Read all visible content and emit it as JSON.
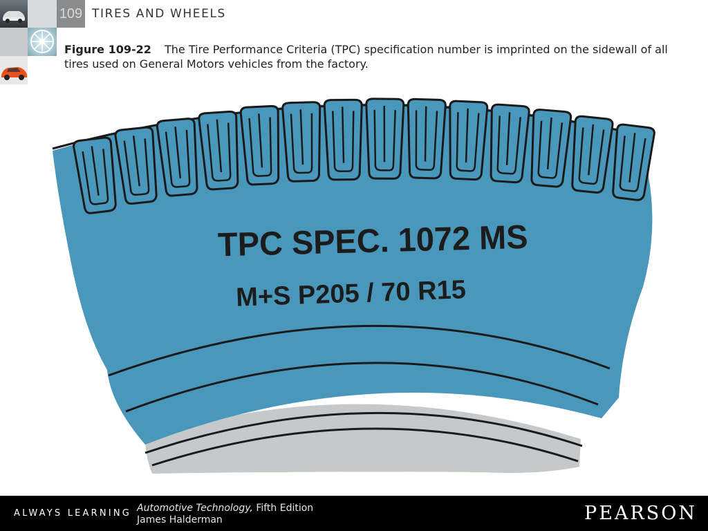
{
  "header": {
    "chapter_number": "109",
    "chapter_title": "TIRES AND WHEELS"
  },
  "caption": {
    "figure_label": "Figure 109-22",
    "text": "The Tire Performance Criteria (TPC) specification number is imprinted on the sidewall of all tires used on General Motors vehicles from the factory."
  },
  "figure": {
    "line1": "TPC SPEC.  1072 MS",
    "line2": "M+S P205 / 70 R15",
    "colors": {
      "sidewall": "#4a97bc",
      "rim": "#c5c9cc",
      "outline": "#1a1a1a"
    }
  },
  "footer": {
    "tagline": "ALWAYS LEARNING",
    "book_title": "Automotive Technology,",
    "edition": " Fifth Edition",
    "author": "James Halderman",
    "publisher": "PEARSON"
  }
}
